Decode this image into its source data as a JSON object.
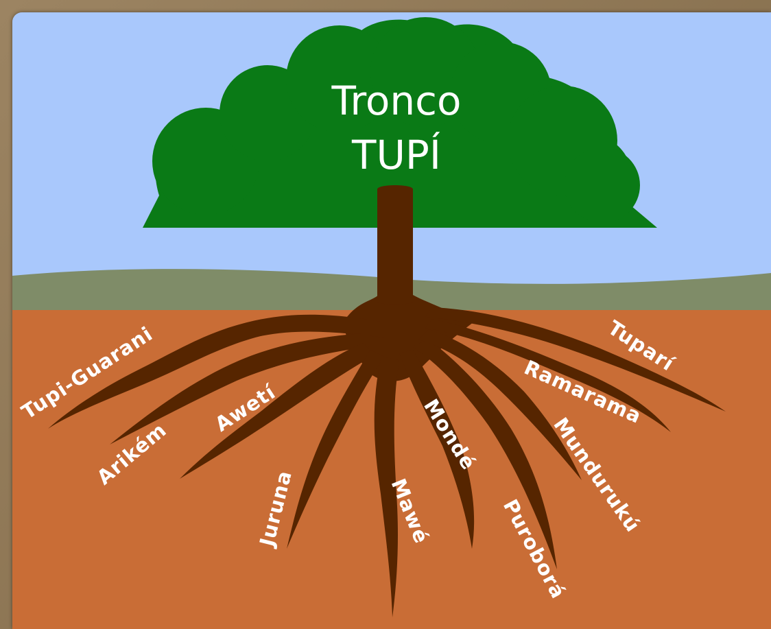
{
  "title": {
    "line1": "Tronco",
    "line2": "TUPÍ"
  },
  "branches": [
    {
      "id": "tupi-guarani",
      "label": "Tupi-Guarani"
    },
    {
      "id": "arikem",
      "label": "Arikém"
    },
    {
      "id": "aweti",
      "label": "Awetí"
    },
    {
      "id": "juruna",
      "label": "Juruna"
    },
    {
      "id": "mawe",
      "label": "Mawé"
    },
    {
      "id": "monde",
      "label": "Mondé"
    },
    {
      "id": "purobora",
      "label": "Puroborá"
    },
    {
      "id": "munduruku",
      "label": "Mundurukú"
    },
    {
      "id": "ramarama",
      "label": "Ramarama"
    },
    {
      "id": "tupari",
      "label": "Tuparí"
    }
  ],
  "colors": {
    "sky": "#a9c8fc",
    "ground_strip": "#7f8c68",
    "soil": "#c96d36",
    "canopy": "#0a7a16",
    "trunk": "#562500",
    "label": "#ffffff"
  }
}
